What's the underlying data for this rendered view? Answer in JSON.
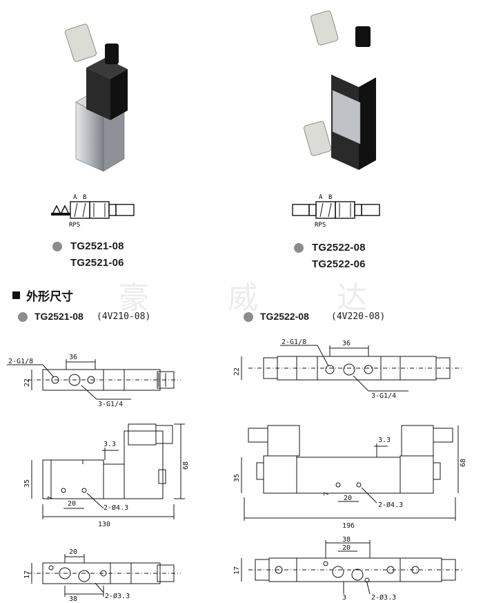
{
  "products": [
    {
      "models": [
        "TG2521-08",
        "TG2521-06"
      ]
    },
    {
      "models": [
        "TG2522-08",
        "TG2522-06"
      ]
    }
  ],
  "symbol_ports": {
    "top": [
      "A",
      "B"
    ],
    "bottom": "RPS"
  },
  "section": {
    "title": "外形尺寸",
    "watermark": [
      "豪",
      "威",
      "达"
    ]
  },
  "variants": [
    {
      "model": "TG2521-08",
      "alt": "(4V210-08)"
    },
    {
      "model": "TG2522-08",
      "alt": "(4V220-08)"
    }
  ],
  "dims_left": {
    "top": {
      "ports_a": "2-G1/8",
      "spacing": "36",
      "height": "22",
      "ports_b": "3-G1/4"
    },
    "side": {
      "small": "3.3",
      "body_h": "35",
      "total_h": "68",
      "offset": "7",
      "hole_sp": "20",
      "holes": "2-Ø4.3",
      "length": "130"
    },
    "bottom": {
      "sp": "20",
      "height": "17",
      "pitch": "38",
      "holes": "2-Ø3.3"
    }
  },
  "dims_right": {
    "top": {
      "ports_a": "2-G1/8",
      "spacing": "36",
      "height": "22",
      "ports_b": "3-G1/4"
    },
    "side": {
      "small": "3.3",
      "body_h": "35",
      "total_h": "68",
      "offset": "7",
      "hole_sp": "20",
      "holes": "2-Ø4.3",
      "length": "196"
    },
    "bottom": {
      "pitch": "38",
      "sp": "20",
      "height": "17",
      "offset": "3",
      "holes": "2-Ø3.3"
    }
  },
  "colors": {
    "bullet": "#8c8c8c",
    "line": "#111111",
    "body": "#b8bcc2",
    "coil": "#1b1b1b"
  }
}
